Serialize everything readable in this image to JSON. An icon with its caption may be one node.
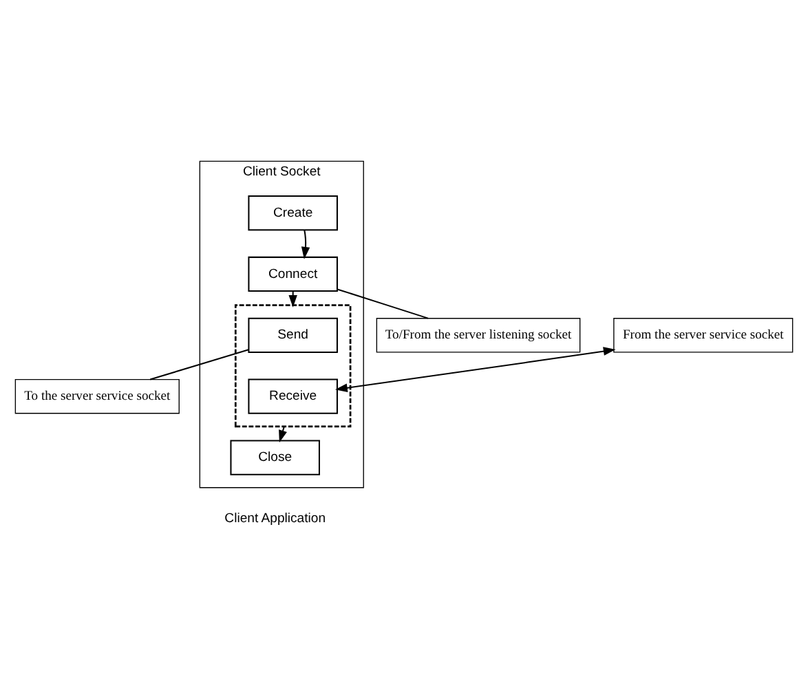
{
  "diagram": {
    "nodes": [
      {
        "text": [
          "Client Socket"
        ],
        "beside": [
          "Client Application"
        ]
      },
      {
        "text": [
          "Create"
        ],
        "in": 0
      },
      {
        "text": [
          "Connect"
        ],
        "in": 0
      },
      {
        "text": [],
        "shape": "box",
        "in": 0
      },
      {
        "text": [
          "Send"
        ],
        "in": 3
      },
      {
        "text": [
          "Receive"
        ],
        "in": 3
      },
      {
        "text": [
          "Close"
        ],
        "in": 0
      },
      {
        "text": [
          "To/From the server listening socket"
        ]
      },
      {
        "text": [
          "From the server service socket"
        ]
      },
      {
        "text": [
          "To the server service socket"
        ]
      }
    ],
    "edges": [
      {
        "from": 1,
        "to": 2,
        "arrow": "to"
      },
      {
        "from": 2,
        "to": 3,
        "arrow": "to"
      },
      {
        "from": 3,
        "to": 6,
        "arrow": "to"
      },
      {
        "from": 2,
        "to": 7,
        "arrow": "none"
      },
      {
        "from": 4,
        "to": 9,
        "arrow": "none"
      },
      {
        "from": 8,
        "to": 5,
        "arrow": "both"
      }
    ]
  }
}
